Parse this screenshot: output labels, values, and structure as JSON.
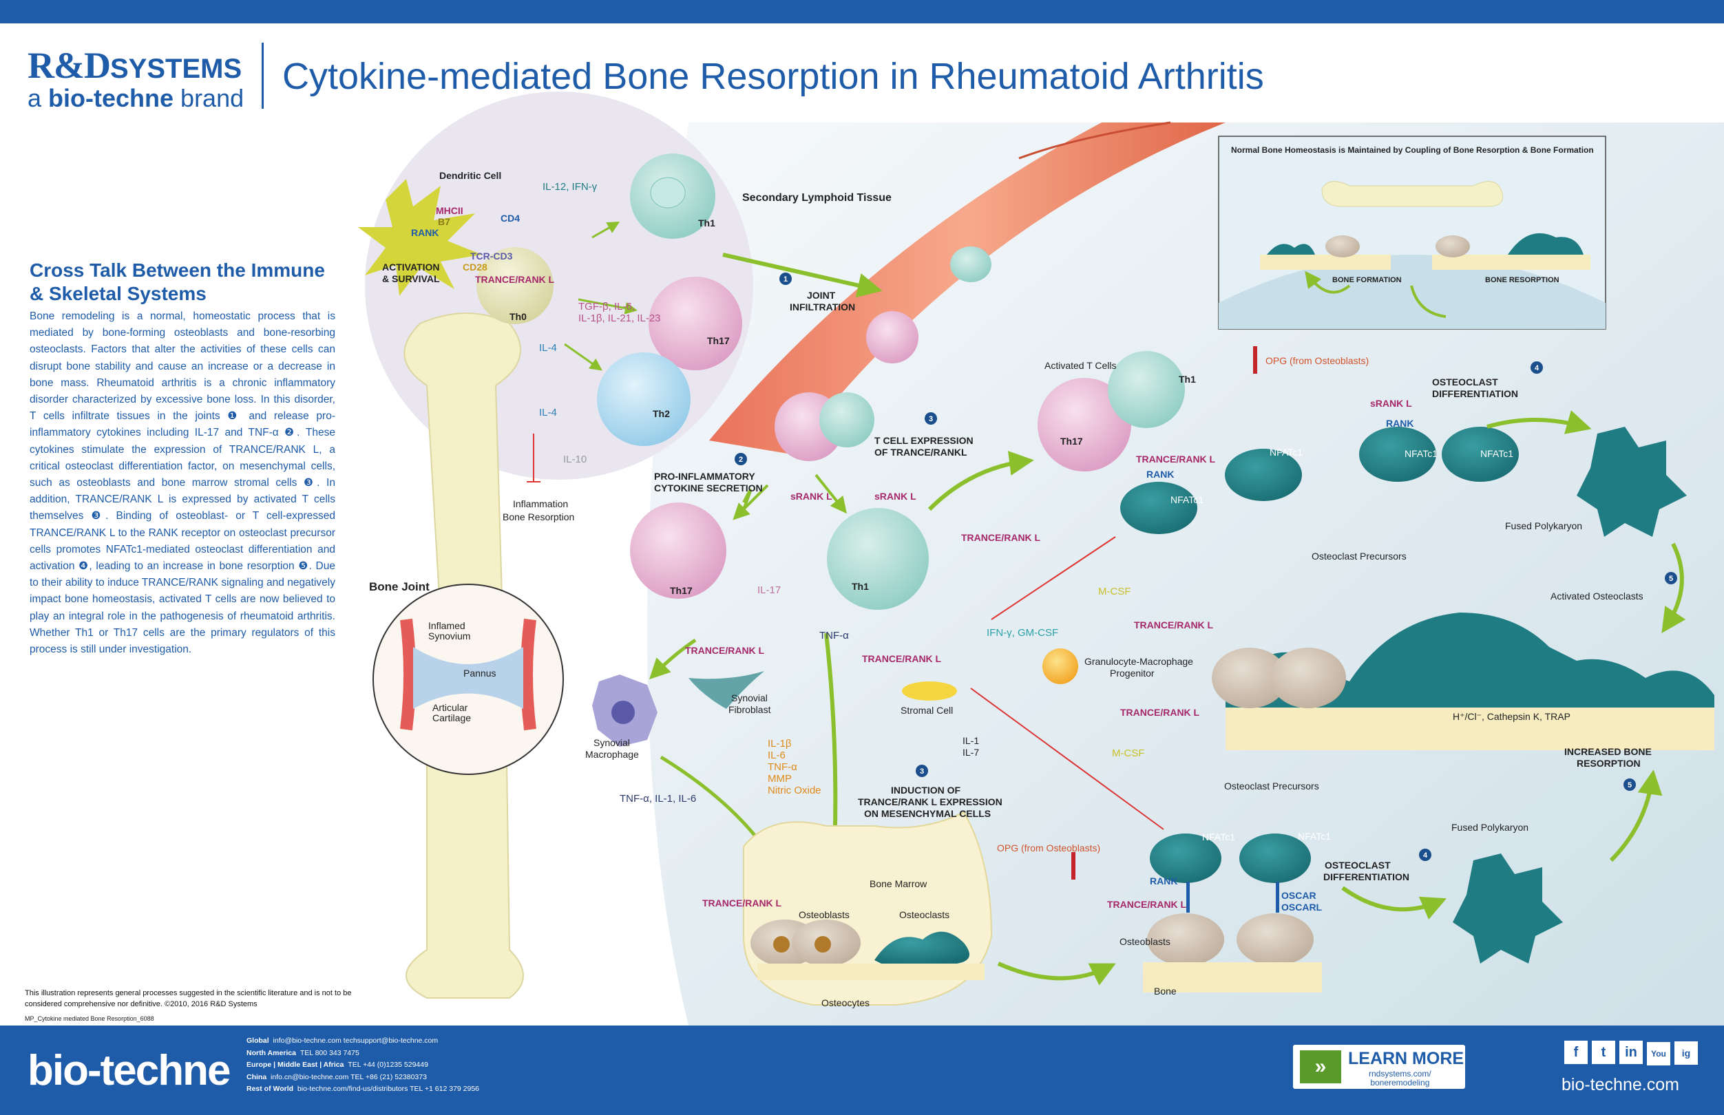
{
  "header": {
    "logo_rd": "R&D",
    "logo_systems": "SYSTEMS",
    "logo_brand_a": "a ",
    "logo_brand_bold": "bio-techne",
    "logo_brand_suffix": " brand",
    "title": "Cytokine-mediated Bone Resorption in Rheumatoid Arthritis"
  },
  "sidebar": {
    "heading": "Cross Talk Between the Immune & Skeletal Systems",
    "body": "Bone remodeling is a normal, homeostatic process that is mediated by bone-forming osteoblasts and bone-resorbing osteoclasts. Factors that alter the activities of these cells can disrupt bone stability and cause an increase or a decrease in bone mass. Rheumatoid arthritis is a chronic inflammatory disorder characterized by excessive bone loss. In this disorder, T cells infiltrate tissues in the joints ❶ and release pro-inflammatory cytokines including IL-17 and TNF-α ❷. These cytokines stimulate the expression of TRANCE/RANK L, a critical osteoclast differentiation factor, on mesenchymal cells, such as osteoblasts and bone marrow stromal cells ❸. In addition, TRANCE/RANK L is expressed by activated T cells themselves ❸. Binding of osteoblast- or T cell-expressed TRANCE/RANK L to the RANK receptor on osteoclast precursor cells promotes NFATc1-mediated osteoclast differentiation and activation ❹, leading to an increase in bone resorption ❺. Due to their ability to induce TRANCE/RANK signaling and negatively impact bone homeostasis, activated T cells are now believed to play an integral role in the pathogenesis of rheumatoid arthritis. Whether Th1 or Th17 cells are the primary regulators of this process is still under investigation."
  },
  "labels": {
    "dendritic_cell": "Dendritic Cell",
    "mhcii": "MHCII",
    "b7": "B7",
    "cd4": "CD4",
    "rank": "RANK",
    "tcr_cd3": "TCR-CD3",
    "cd28": "CD28",
    "activation": "ACTIVATION",
    "survival": "& SURVIVAL",
    "trance_rankl": "TRANCE/RANK L",
    "th0": "Th0",
    "th1": "Th1",
    "th17": "Th17",
    "th2": "Th2",
    "il12_ifng": "IL-12, IFN-γ",
    "tgfb_line1": "TGF-β, IL-6,",
    "tgfb_line2": "IL-1β, IL-21, IL-23",
    "il4": "IL-4",
    "il10": "IL-10",
    "inflammation": "Inflammation",
    "bone_resorption": "Bone Resorption",
    "secondary_lymphoid": "Secondary Lymphoid Tissue",
    "joint": "JOINT",
    "infiltration": "INFILTRATION",
    "pro_inflammatory": "PRO-INFLAMMATORY",
    "cytokine_secretion": "CYTOKINE SECRETION",
    "t_cell_expression": "T CELL EXPRESSION",
    "of_trance": "OF TRANCE/RANKL",
    "srankl": "sRANK L",
    "il17": "IL-17",
    "tnfa": "TNF-α",
    "ifng_gmcsf": "IFN-γ, GM-CSF",
    "synovial_fibroblast_1": "Synovial",
    "synovial_fibroblast_2": "Fibroblast",
    "synovial_macrophage_1": "Synovial",
    "synovial_macrophage_2": "Macrophage",
    "il1b": "IL-1β",
    "il6": "IL-6",
    "tnfa2": "TNF-α",
    "mmp": "MMP",
    "nitric_oxide": "Nitric Oxide",
    "tnf_il1_il6": "TNF-α, IL-1, IL-6",
    "stromal_cell": "Stromal Cell",
    "il1": "IL-1",
    "il7": "IL-7",
    "induction_1": "INDUCTION OF",
    "induction_2": "TRANCE/RANK L EXPRESSION",
    "induction_3": "ON MESENCHYMAL CELLS",
    "bone_marrow": "Bone Marrow",
    "osteoblasts": "Osteoblasts",
    "osteoclasts": "Osteoclasts",
    "osteocytes": "Osteocytes",
    "bone_joint": "Bone Joint",
    "inflamed_synovium_1": "Inflamed",
    "inflamed_synovium_2": "Synovium",
    "pannus": "Pannus",
    "articular_1": "Articular",
    "articular_2": "Cartilage",
    "activated_t_cells": "Activated T Cells",
    "opg": "OPG (from Osteoblasts)",
    "nfatc1": "NFATc1",
    "osteoclast_precursors": "Osteoclast Precursors",
    "osteoclast_diff_1": "OSTEOCLAST",
    "osteoclast_diff_2": "DIFFERENTIATION",
    "fused_polykaryon": "Fused Polykaryon",
    "activated_osteoclasts": "Activated Osteoclasts",
    "hcl": "H⁺/Cl⁻, Cathepsin K, TRAP",
    "increased_1": "INCREASED BONE",
    "increased_2": "RESORPTION",
    "mcsf": "M-CSF",
    "gm_progenitor_1": "Granulocyte-Macrophage",
    "gm_progenitor_2": "Progenitor",
    "oscar": "OSCAR",
    "oscarl": "OSCARL",
    "bone": "Bone",
    "inset_title": "Normal Bone Homeostasis is Maintained by Coupling of  Bone Resorption & Bone Formation",
    "bone_formation": "BONE FORMATION",
    "bone_resorption_caps": "BONE RESORPTION"
  },
  "steps": {
    "s1": "1",
    "s2": "2",
    "s3": "3",
    "s4": "4",
    "s5": "5"
  },
  "disclaimer": "This illustration represents general processes suggested in the scientific literature and is not to be considered comprehensive nor definitive.  ©2010, 2016 R&D Systems",
  "code": "MP_Cytokine mediated Bone Resorption_6088",
  "footer": {
    "logo": "bio-techne",
    "global_label": "Global",
    "global": "info@bio-techne.com   techsupport@bio-techne.com",
    "na_label": "North America",
    "na": "TEL 800 343 7475",
    "eu_label": "Europe | Middle East | Africa",
    "eu": "TEL +44 (0)1235 529449",
    "china_label": "China",
    "china": "info.cn@bio-techne.com   TEL +86 (21) 52380373",
    "row_label": "Rest of World",
    "row": "bio-techne.com/find-us/distributors   TEL +1 612 379 2956",
    "learn_more": "LEARN MORE",
    "learn_url_1": "rndsystems.com/",
    "learn_url_2": "boneremodeling",
    "url": "bio-techne.com",
    "social": [
      "f",
      "t",
      "in",
      "You",
      "ig"
    ]
  },
  "colors": {
    "brand": "#1e5ba8",
    "accent_green": "#8bbf2b",
    "trance": "#a6286a",
    "osteoclast": "#1e7c82",
    "step_blue": "#1a4e8c"
  }
}
